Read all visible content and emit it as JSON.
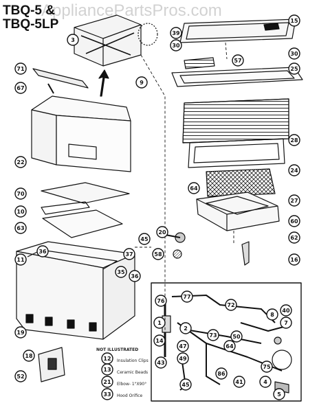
{
  "header": {
    "title_line1": "TBQ-5 &",
    "title_line2": "TBQ-5LP",
    "watermark": "AppliancePartsPros.com"
  },
  "callouts": [
    {
      "id": "c3",
      "label": "3"
    },
    {
      "id": "c9",
      "label": "9"
    },
    {
      "id": "c15",
      "label": "15"
    },
    {
      "id": "c39",
      "label": "39"
    },
    {
      "id": "c30a",
      "label": "30"
    },
    {
      "id": "c30b",
      "label": "30"
    },
    {
      "id": "c57",
      "label": "57"
    },
    {
      "id": "c25",
      "label": "25"
    },
    {
      "id": "c71",
      "label": "71"
    },
    {
      "id": "c67",
      "label": "67"
    },
    {
      "id": "c28",
      "label": "28"
    },
    {
      "id": "c22",
      "label": "22"
    },
    {
      "id": "c24",
      "label": "24"
    },
    {
      "id": "c64a",
      "label": "64"
    },
    {
      "id": "c27",
      "label": "27"
    },
    {
      "id": "c70",
      "label": "70"
    },
    {
      "id": "c10",
      "label": "10"
    },
    {
      "id": "c60",
      "label": "60"
    },
    {
      "id": "c63",
      "label": "63"
    },
    {
      "id": "c62",
      "label": "62"
    },
    {
      "id": "c20",
      "label": "20"
    },
    {
      "id": "c45a",
      "label": "45"
    },
    {
      "id": "c58",
      "label": "58"
    },
    {
      "id": "c36a",
      "label": "36"
    },
    {
      "id": "c37",
      "label": "37"
    },
    {
      "id": "c16",
      "label": "16"
    },
    {
      "id": "c11",
      "label": "11"
    },
    {
      "id": "c35",
      "label": "35"
    },
    {
      "id": "c36b",
      "label": "36"
    },
    {
      "id": "c76",
      "label": "76"
    },
    {
      "id": "c77",
      "label": "77"
    },
    {
      "id": "c72",
      "label": "72"
    },
    {
      "id": "c40",
      "label": "40"
    },
    {
      "id": "c8",
      "label": "8"
    },
    {
      "id": "c1",
      "label": "1"
    },
    {
      "id": "c2",
      "label": "2"
    },
    {
      "id": "c73",
      "label": "73"
    },
    {
      "id": "c50",
      "label": "50"
    },
    {
      "id": "c7",
      "label": "7"
    },
    {
      "id": "c19",
      "label": "19"
    },
    {
      "id": "c14",
      "label": "14"
    },
    {
      "id": "c47",
      "label": "47"
    },
    {
      "id": "c64b",
      "label": "64"
    },
    {
      "id": "c18",
      "label": "18"
    },
    {
      "id": "c43",
      "label": "43"
    },
    {
      "id": "c49",
      "label": "49"
    },
    {
      "id": "c86",
      "label": "86"
    },
    {
      "id": "c75",
      "label": "75"
    },
    {
      "id": "c52",
      "label": "52"
    },
    {
      "id": "c12",
      "label": "12"
    },
    {
      "id": "c13",
      "label": "13"
    },
    {
      "id": "c45b",
      "label": "45"
    },
    {
      "id": "c41",
      "label": "41"
    },
    {
      "id": "c4",
      "label": "4"
    },
    {
      "id": "c21",
      "label": "21"
    },
    {
      "id": "c33",
      "label": "33"
    },
    {
      "id": "c5",
      "label": "5"
    }
  ],
  "legend": {
    "heading": "NOT ILLUSTRATED",
    "items": [
      "Insulation Clips",
      "Ceramic Beads",
      "Elbow- 1\"X90°",
      "Hood Orifice"
    ]
  }
}
